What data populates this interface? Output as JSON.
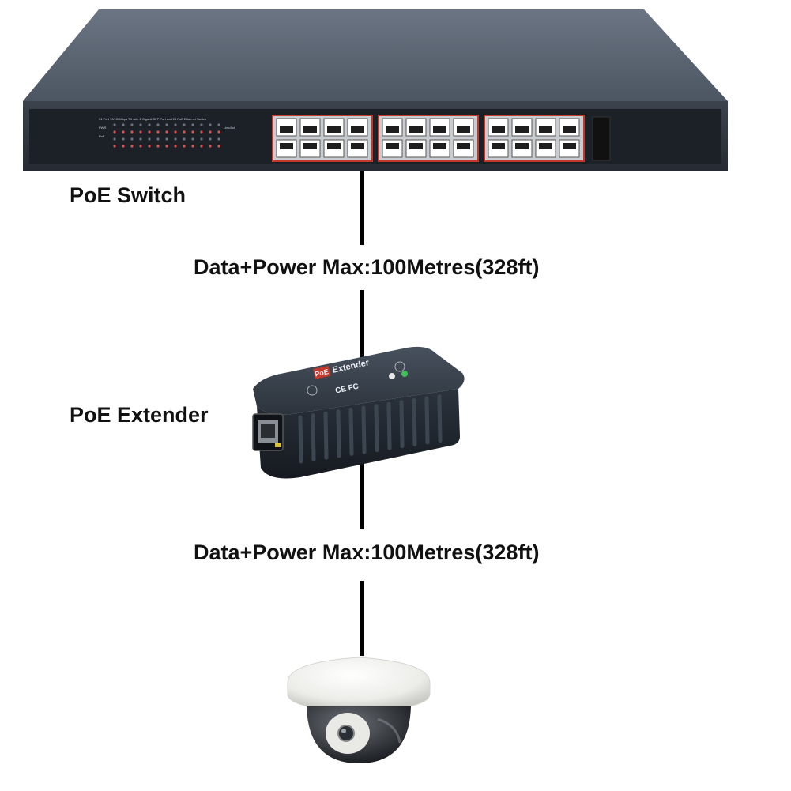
{
  "labels": {
    "switch": "PoE Switch",
    "extender": "PoE Extender",
    "link_top": "Data+Power Max:100Metres(328ft)",
    "link_bottom": "Data+Power Max:100Metres(328ft)"
  },
  "switch_device": {
    "front_panel_text": "24 Port 10/100Mbps TX with 2 Gigabit SFP Port and 24 PoE Ethernet Switch",
    "led_labels": [
      "PWR",
      "PoE",
      "Link/Act"
    ],
    "port_count": 24
  },
  "extender_device": {
    "badge_prefix": "PoE",
    "badge_text": "Extender",
    "cert_marks": "CE FC"
  },
  "colors": {
    "switch_body": "#4e5866",
    "switch_panel": "#1c2027",
    "port_ring": "#c0392b",
    "extender_body": "#2b333d",
    "camera_shell": "#f4f4f2",
    "cable": "#000000"
  }
}
